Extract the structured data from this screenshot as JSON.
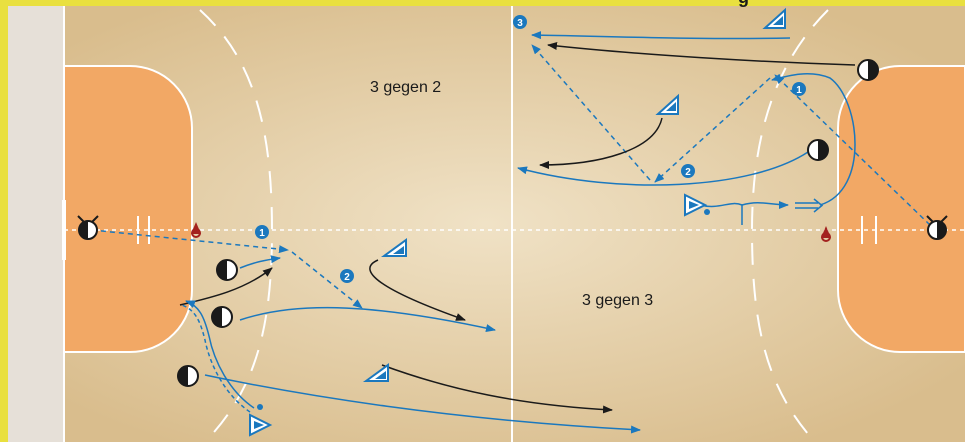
{
  "labels": {
    "upper_drill": "3 gegen 2",
    "lower_drill": "3 gegen 3",
    "header_partial": "g"
  },
  "numbers": {
    "one": "1",
    "two": "2",
    "three": "3"
  },
  "colors": {
    "frame": "#e9e03f",
    "court": "#e6d0a8",
    "goal_area": "#f2a865",
    "line": "#ffffff",
    "blue": "#1b78be",
    "black": "#1a1a1a",
    "cone": "#a3221e"
  },
  "legend_icons": {
    "attacker": "half-filled-circle-icon",
    "defender": "blue-triangle-icon",
    "cone": "red-cone-icon",
    "ball": "ball-dot-icon"
  }
}
